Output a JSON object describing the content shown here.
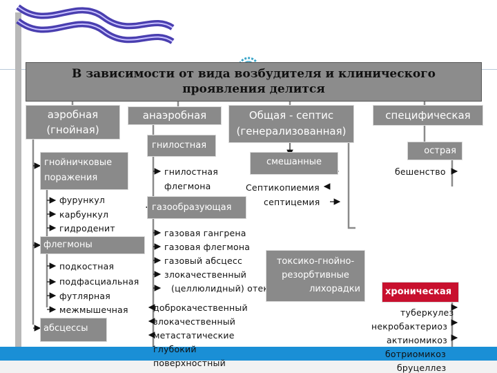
{
  "header": {
    "line1": "В зависимости от вида возбудителя и клинического",
    "line2": "проявления делится"
  },
  "categories": {
    "aerobic": {
      "line1": "аэробная",
      "line2": "(гнойная)"
    },
    "anaerobic": "анаэробная",
    "general_sepsis": {
      "line1": "Общая - септис",
      "line2": "(генерализованная)"
    },
    "specific": "специфическая"
  },
  "aerobic": {
    "pustular": {
      "line1": "гнойничковые",
      "line2": "поражения"
    },
    "pustular_items": [
      "фурункул",
      "карбункул",
      "гидроденит"
    ],
    "phlegmons": "флегмоны",
    "phlegmon_items": [
      "подкостная",
      "подфасциальная",
      "футлярная",
      "межмышечная"
    ],
    "abscesses": "абсцессы"
  },
  "anaerobic": {
    "putrid": "гнилостная",
    "putrid_items": [
      "гнилостная",
      "флегмона"
    ],
    "gas_forming": "газообразующая",
    "gas_items": [
      "газовая гангрена",
      "газовая флегмона",
      "газовый абсцесс",
      "злокачественный",
      "(целлюлидный) отек"
    ],
    "abscess_items": [
      "доброкачественный",
      "злокачественный",
      "метастатические",
      "глубокий",
      "поверхностный"
    ]
  },
  "sepsis": {
    "mixed": "смешанные",
    "septicopyemia": "Септикопиемия",
    "septicemia": "септицемия",
    "toxic": {
      "line1": "токсико-гнойно-",
      "line2": "резорбтивные",
      "line3": "лихорадки"
    }
  },
  "specific": {
    "acute": "острая",
    "acute_items": [
      "бешенство"
    ],
    "chronic": "хроническая",
    "chronic_items": [
      "туберкулез",
      "некробактериоз",
      "актиномикоз",
      "ботриомикоз",
      "бруцеллез"
    ]
  },
  "colors": {
    "box_gray": "#8a8a8a",
    "flag_blue": "#4a3fb0",
    "chronic_red": "#c8102e",
    "bar_blue": "#1a8fd6"
  }
}
